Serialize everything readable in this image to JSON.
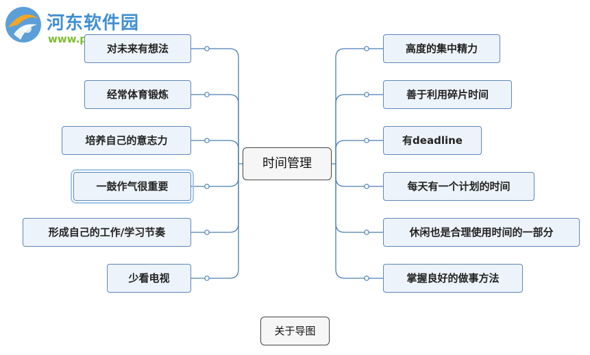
{
  "watermark": {
    "title": "河东软件园",
    "url": "www.pc0359.cn"
  },
  "mindmap": {
    "central_topic": "时间管理",
    "left_branches": [
      "对未来有想法",
      "经常体育锻炼",
      "培养自己的意志力",
      "一鼓作气很重要",
      "形成自己的工作/学习节奏",
      "少看电视"
    ],
    "right_branches": [
      "高度的集中精力",
      "善于利用碎片时间",
      "有deadline",
      "每天有一个计划的时间",
      "休闲也是合理使用时间的一部分",
      "掌握良好的做事方法"
    ],
    "selected_topic": "一鼓作气很重要",
    "line_color": "#4a7eb5"
  },
  "about_button": "关于导图"
}
